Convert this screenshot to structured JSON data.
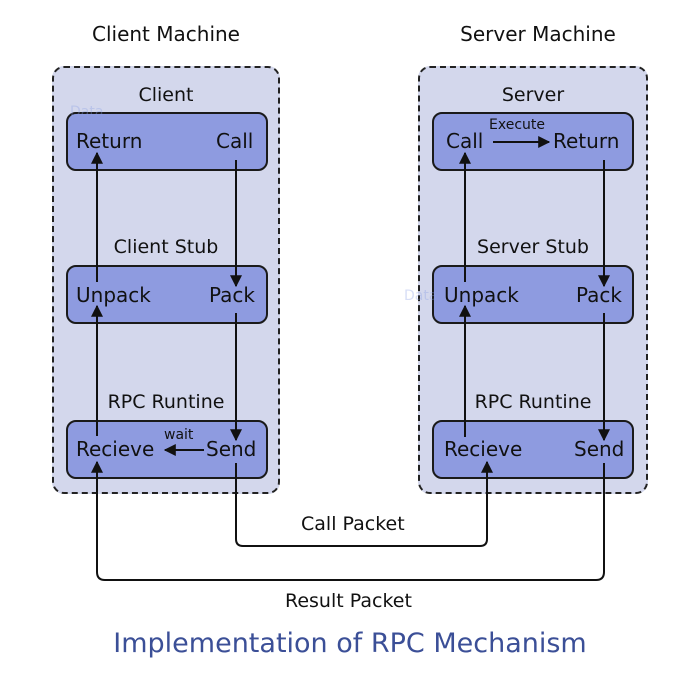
{
  "titles": {
    "client_machine": "Client Machine",
    "server_machine": "Server Machine"
  },
  "client": {
    "label": "Client",
    "return_label": "Return",
    "call_label": "Call",
    "stub_label": "Client Stub",
    "unpack_label": "Unpack",
    "pack_label": "Pack",
    "runtime_label": "RPC Runtine",
    "receive_label": "Recieve",
    "send_label": "Send",
    "wait_label": "wait"
  },
  "server": {
    "label": "Server",
    "call_label": "Call",
    "execute_label": "Execute",
    "return_label": "Return",
    "stub_label": "Server Stub",
    "unpack_label": "Unpack",
    "pack_label": "Pack",
    "runtime_label": "RPC Runtine",
    "receive_label": "Recieve",
    "send_label": "Send"
  },
  "packets": {
    "call_packet": "Call Packet",
    "result_packet": "Result Packet"
  },
  "caption": "Implementation of RPC Mechanism",
  "watermark": "Data",
  "colors": {
    "machine_bg": "#d3d7ec",
    "box_fill": "#8e9be0",
    "caption": "#3b4f97"
  }
}
